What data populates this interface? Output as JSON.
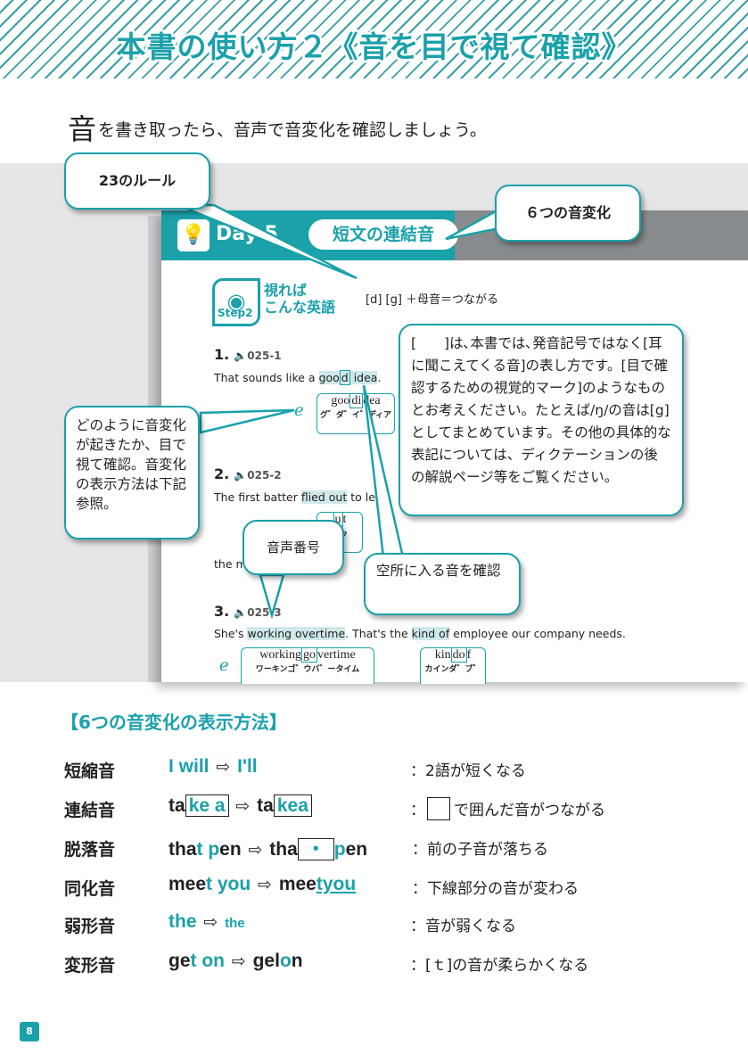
{
  "header": {
    "title": "本書の使い方２《音を目で視て確認》"
  },
  "intro": {
    "lead": "音",
    "text": "を書き取ったら、音声で音変化を確認しましょう。"
  },
  "sample": {
    "day": "Day",
    "day_num": "5",
    "section_title": "短文の連結音",
    "step_label": "Step2",
    "step_title_1": "視れば",
    "step_title_2": "こんな英語",
    "formula": "[d] [g] ＋母音＝つながる",
    "items": [
      {
        "num": "1.",
        "audio": "025-1",
        "pre": "That sounds like a ",
        "hl_pre": "goo",
        "hl_box": "d",
        "hl_post": " idea",
        "post": ".",
        "ans_word_pre": "goo",
        "ans_word_box": "di",
        "ans_word_post": "dea",
        "ans_kana": "グ゛ダ゛イ゛ディア"
      },
      {
        "num": "2.",
        "audio": "025-2",
        "pre": "The first batter ",
        "hl_pre": "flied out",
        "post": " to left,",
        "ans_word_pre": "u",
        "ans_word_box": "",
        "ans_word_post": "t",
        "ans_kana": "トゥ",
        "line3": "the mou"
      },
      {
        "num": "3.",
        "audio": "025-3",
        "pre": "She's ",
        "hl_a": "working overtime",
        "mid": ". That's the ",
        "hl_b": "kind of",
        "post": " employee our company needs.",
        "ans1_pre": "working",
        "ans1_box": "go",
        "ans1_post": "vertime",
        "ans1_kana": "ワーキンゴ゛ウバ゛ータイム",
        "ans2_pre": "kin",
        "ans2_box": "do",
        "ans2_post": "f",
        "ans2_kana": "カインダ゛ブ゛"
      }
    ]
  },
  "callouts": {
    "rules": "23のルール",
    "six": "６つの音変化",
    "brackets": "[　　]は､本書では､発音記号ではなく[耳に聞こえてくる音]の表し方です。[目で確認するための視覚的マーク]のようなものとお考えください。たとえば/ŋ/の音は[g]としてまとめています。その他の具体的な表記については、ディクテーションの後の解説ページ等をご覧ください。",
    "howto": "どのように音変化が起きたか、目で視て確認。音変化の表示方法は下記参照。",
    "audio_no": "音声番号",
    "blank": "空所に入る音を確認"
  },
  "legend": {
    "title": "【6つの音変化の表示方法】",
    "rows": [
      {
        "name": "短縮音",
        "desc": "：2語が短くなる"
      },
      {
        "name": "連結音",
        "desc_pre": "：",
        "desc": "で囲んだ音がつながる"
      },
      {
        "name": "脱落音",
        "desc": "：前の子音が落ちる"
      },
      {
        "name": "同化音",
        "desc": "：下線部分の音が変わる"
      },
      {
        "name": "弱形音",
        "desc": "：音が弱くなる"
      },
      {
        "name": "変形音",
        "desc": "：[ｔ]の音が柔らかくなる"
      }
    ],
    "ex1": {
      "a": "I will",
      "b": "I'll"
    },
    "ex2": {
      "a1": "ta",
      "a2": "ke a",
      "b1": "ta",
      "b2": "kea"
    },
    "ex3": {
      "a1": "tha",
      "a2": "t",
      "a3": " p",
      "a4": "en",
      "b1": "tha",
      "b2": "・",
      "b3": "p",
      "b4": "en"
    },
    "ex4": {
      "a1": "mee",
      "a2": "t you",
      "b1": "mee",
      "b2": "tyou"
    },
    "ex5": {
      "a": "the",
      "b": "the"
    },
    "ex6": {
      "a1": "ge",
      "a2": "t on",
      "b1": "ge",
      "b2": "l",
      "b3": "o",
      "b4": "n"
    },
    "arrow": "⇨"
  },
  "page_number": "8"
}
